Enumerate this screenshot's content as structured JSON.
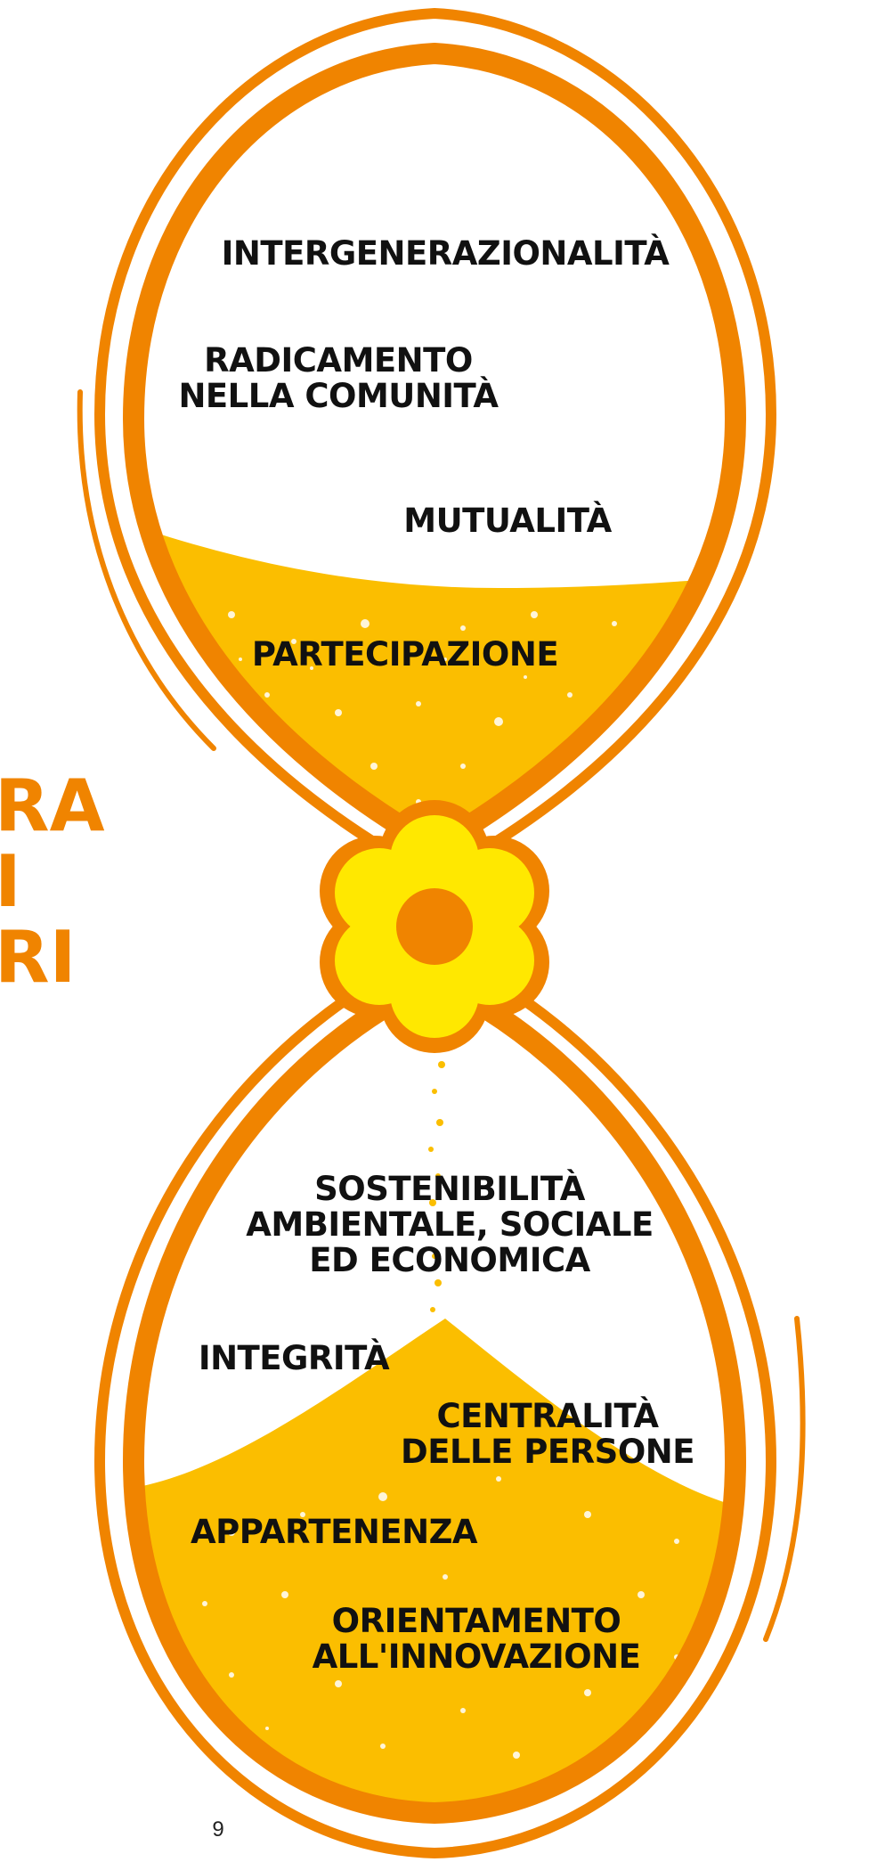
{
  "left_edge_fragments": [
    "RA",
    "I",
    "RI"
  ],
  "values": {
    "intergenerazionalita": "INTERGENERAZIONALITÀ",
    "radicamento_1": "RADICAMENTO",
    "radicamento_2": "NELLA COMUNITÀ",
    "mutualita": "MUTUALITÀ",
    "partecipazione": "PARTECIPAZIONE",
    "sostenibilita_1": "SOSTENIBILITÀ",
    "sostenibilita_2": "AMBIENTALE, SOCIALE",
    "sostenibilita_3": "ED ECONOMICA",
    "integrita": "INTEGRITÀ",
    "centralita_1": "CENTRALITÀ",
    "centralita_2": "DELLE PERSONE",
    "appartenenza": "APPARTENENZA",
    "orientamento_1": "ORIENTAMENTO",
    "orientamento_2": "ALL'INNOVAZIONE"
  },
  "page_number": "9",
  "colors": {
    "frame_orange": "#f08400",
    "sand_yellow": "#fbbe00",
    "flower_yellow": "#ffe800",
    "text": "#111111"
  }
}
